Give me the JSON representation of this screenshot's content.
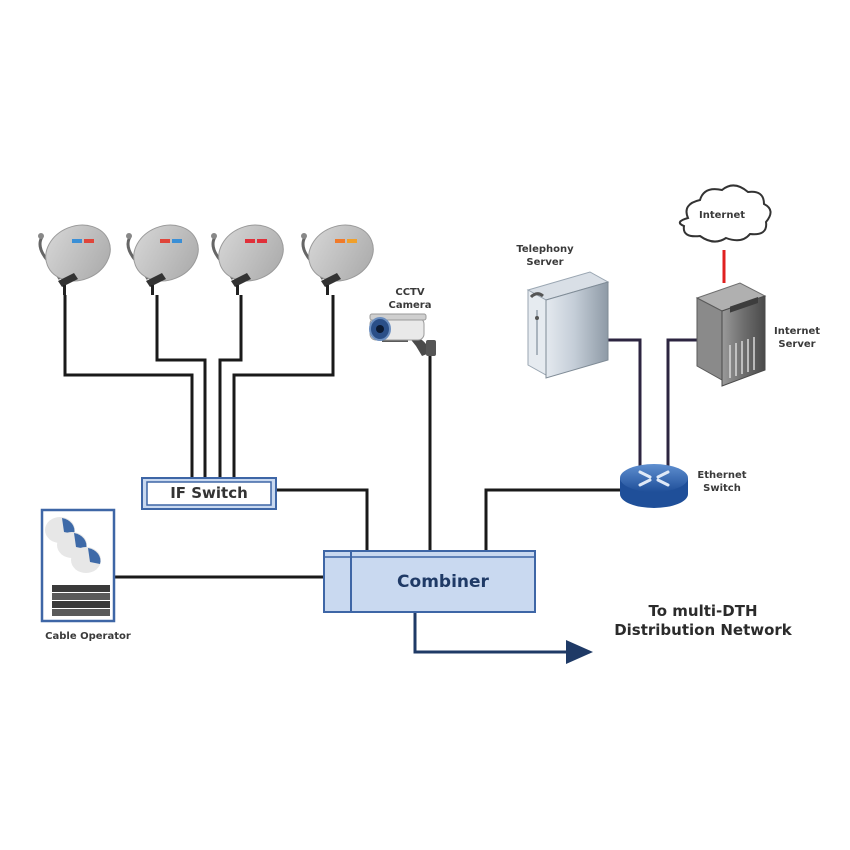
{
  "title": "Multi-DTH headend network diagram",
  "colors": {
    "wire": "#1a1a1a",
    "wire_purple": "#2c2540",
    "internet_link": "#e02020",
    "box_fill": "#c9d9f0",
    "box_border": "#3e66a6",
    "combiner_text": "#1f3a66",
    "dish_grey": "#b9b9b9"
  },
  "nodes": {
    "dishes": [
      {
        "name": "dish-1",
        "logo_colors": [
          "#3a8fd6",
          "#e0453a"
        ]
      },
      {
        "name": "dish-2",
        "logo_colors": [
          "#e0453a",
          "#3a8fd6"
        ]
      },
      {
        "name": "dish-3",
        "logo_colors": [
          "#e0303a",
          "#e0303a"
        ]
      },
      {
        "name": "dish-4",
        "logo_colors": [
          "#f07a2a",
          "#f0a02a"
        ]
      }
    ],
    "cctv": {
      "label_line1": "CCTV",
      "label_line2": "Camera"
    },
    "telephony_server": {
      "label_line1": "Telephony",
      "label_line2": "Server"
    },
    "internet_cloud": {
      "label": "Internet"
    },
    "internet_server": {
      "label_line1": "Internet",
      "label_line2": "Server"
    },
    "ethernet_switch": {
      "label_line1": "Ethernet",
      "label_line2": "Switch"
    },
    "if_switch": {
      "label": "IF Switch"
    },
    "combiner": {
      "label": "Combiner"
    },
    "cable_operator": {
      "label": "Cable Operator"
    },
    "output": {
      "label_line1": "To multi-DTH",
      "label_line2": "Distribution Network"
    }
  },
  "connections": [
    {
      "from": "dish-1",
      "to": "IF Switch"
    },
    {
      "from": "dish-2",
      "to": "IF Switch"
    },
    {
      "from": "dish-3",
      "to": "IF Switch"
    },
    {
      "from": "dish-4",
      "to": "IF Switch"
    },
    {
      "from": "IF Switch",
      "to": "Combiner"
    },
    {
      "from": "CCTV Camera",
      "to": "Combiner"
    },
    {
      "from": "Ethernet Switch",
      "to": "Combiner"
    },
    {
      "from": "Telephony Server",
      "to": "Ethernet Switch"
    },
    {
      "from": "Internet Server",
      "to": "Ethernet Switch"
    },
    {
      "from": "Internet",
      "to": "Internet Server"
    },
    {
      "from": "Cable Operator",
      "to": "Combiner"
    },
    {
      "from": "Combiner",
      "to": "To multi-DTH Distribution Network"
    }
  ]
}
